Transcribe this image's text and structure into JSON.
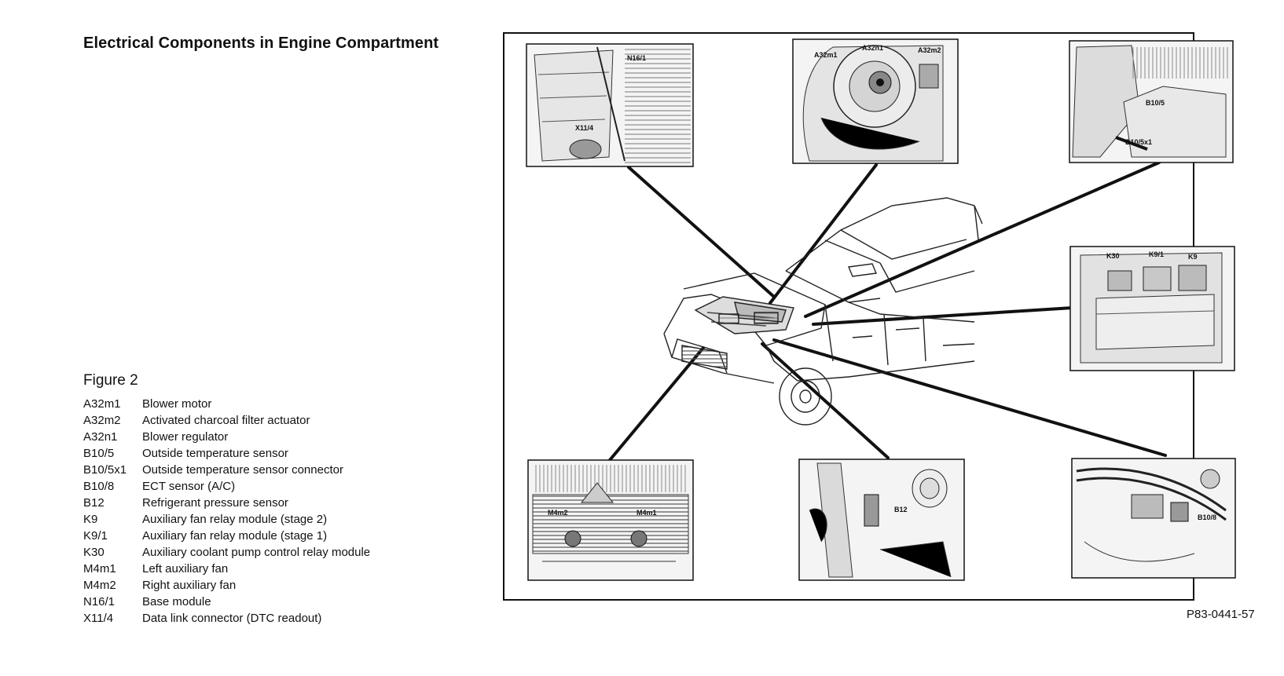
{
  "title": "Electrical Components in Engine Compartment",
  "figure_label": "Figure 2",
  "legend": [
    {
      "code": "A32m1",
      "desc": "Blower motor"
    },
    {
      "code": "A32m2",
      "desc": "Activated charcoal filter actuator"
    },
    {
      "code": "A32n1",
      "desc": "Blower regulator"
    },
    {
      "code": "B10/5",
      "desc": "Outside temperature sensor"
    },
    {
      "code": "B10/5x1",
      "desc": "Outside temperature sensor connector"
    },
    {
      "code": "B10/8",
      "desc": "ECT sensor (A/C)"
    },
    {
      "code": "B12",
      "desc": "Refrigerant pressure sensor"
    },
    {
      "code": "K9",
      "desc": "Auxiliary fan relay module (stage 2)"
    },
    {
      "code": "K9/1",
      "desc": "Auxiliary fan relay module (stage 1)"
    },
    {
      "code": "K30",
      "desc": "Auxiliary coolant pump control relay module"
    },
    {
      "code": "M4m1",
      "desc": "Left auxiliary fan"
    },
    {
      "code": "M4m2",
      "desc": "Right auxiliary fan"
    },
    {
      "code": "N16/1",
      "desc": "Base module"
    },
    {
      "code": "X11/4",
      "desc": "Data link connector (DTC readout)"
    }
  ],
  "reference_code": "P83-0441-57",
  "callouts": {
    "n16_1": "N16/1",
    "x11_4": "X11/4",
    "a32m1": "A32m1",
    "a32n1": "A32n1",
    "a32m2": "A32m2",
    "b10_5": "B10/5",
    "b10_5x1": "B10/5x1",
    "k30": "K30",
    "k9_1": "K9/1",
    "k9": "K9",
    "m4m2": "M4m2",
    "m4m1": "M4m1",
    "b12": "B12",
    "b10_8": "B10/8"
  }
}
